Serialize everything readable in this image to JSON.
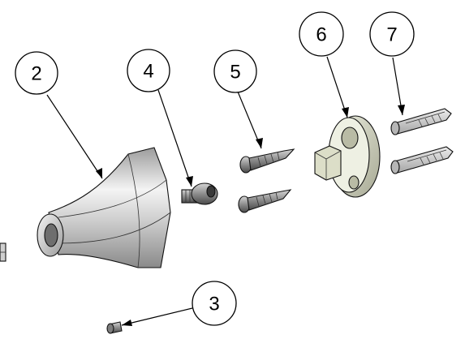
{
  "balloons": {
    "b2": "2",
    "b3": "3",
    "b4": "4",
    "b5": "5",
    "b6": "6",
    "b7": "7"
  },
  "colors": {
    "ink": "#000000",
    "metal_light": "#e6e6e6",
    "metal_dark": "#7a7a7a",
    "olive_part": "#cfd1bd",
    "plug_grey": "#c8c8c8"
  }
}
